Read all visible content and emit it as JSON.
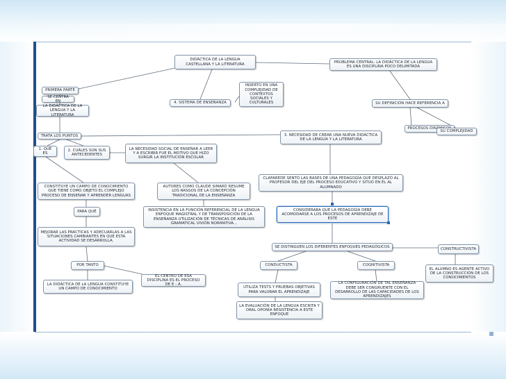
{
  "slide": {
    "accent_color": "#1f4e8c",
    "frame_color": "#cfe6f4",
    "node_border_color": "#7f93a8",
    "selected_border_color": "#2a67b3"
  },
  "nodes": {
    "n1": "DIDÁCTICA DE LA LENGUA CASTELLANA Y LA LITERATURA",
    "n2": "PROBLEMA CENTRAL: LA DIDÁCTICA DE LA LENGUA ES UNA DISCIPLINA POCO DELIMITADA",
    "n3": "PRIMERA PARTE",
    "n4": "INSERTO EN UNA COMPLEJIDAD DE CONTEXTOS SOCIALES Y CULTURALES",
    "n5": "SE CENTRA EN",
    "n6": "4. SISTEMA DE ENSEÑANZA",
    "n7": "SU DEFINICIÓN HACE REFERENCIA A",
    "n8": "LA DIDÁCTICA DE LA LENGUA Y LA LITERATURA",
    "n9": "PROCESOS DINÁMICOS",
    "n10": "SU COMPLEJIDAD",
    "n11": "TRATA LOS PUNTOS",
    "n12": "3. NECESIDAD DE CREAR UNA NUEVA DIDÁCTICA DE LA LENGUA Y LA LITERATURA",
    "n13": "1. QUÉ ES",
    "n14": "2. CUÁLES SON SUS ANTECEDENTES",
    "n15": "LA NECESIDAD SOCIAL DE ENSEÑAR A LEER Y A ESCRIBIR FUE EL MOTIVO QUE HIZO SURGIR LA INSTITUCIÓN ESCOLAR",
    "n16": "CLAPAREDE SENTÓ LAS BASES DE UNA PEDAGOGÍA QUE DESPLAZÓ AL PROFESOR DEL EJE DEL PROCESO EDUCATIVO Y SITUÓ EN ÉL AL ALUMNADO",
    "n17": "CONSTITUYE UN CAMPO DE CONOCIMIENTO QUE TIENE COMO OBJETO EL COMPLEJO PROCESO DE ENSEÑAR Y APRENDER LENGUAS",
    "n18": "AUTORES COMO CLAUDE SIMARD RESUME LOS RASGOS DE LA CONCEPCIÓN TRADICIONAL DE LA ENSEÑANZA",
    "n19": "PARA QUÉ",
    "n20": "INSISTENCIA EN LA FUNCIÓN REFERENCIAL DE LA LENGUA ENFOQUE MAGISTRAL Y DE TRANSPOSICIÓN DE LA ENSEÑANZA UTILIZACIÓN DE TÉCNICAS DE ANÁLISIS GRAMATICAL VIVIÓN NORMATIVA...",
    "n21": "CONSIDERABA QUE LA PEDAGOGÍA DEBE ACOMODARSE A LOS PROCESOS DE APRENDIZAJE DE ESTE",
    "n22": "MEJORAR LAS PRÁCTICAS Y ADECUARLAS A LAS SITUACIONES CAMBIANTES EN QUE ESTA ACTIVIDAD SE DESARROLLA.",
    "n23": "SE DISTINGUEN LOS DIFERENTES ENFOQUES PEDAGÓGICOS",
    "n24": "CONSTRUCTIVISTA",
    "n25": "CONDUCTISTA",
    "n26": "COGNITIVISTA",
    "n27": "POR TANTO",
    "n28": "EL ALUMNO ES AGENTE ACTIVO DE LA CONSTRUCCIÓN DE LOS CONOCIMIENTOS",
    "n29": "EL CENTRO DE ESA DISCIPLINA ES EL PROCESO DE E - A.",
    "n30": "LA DIDÁCTICA DE LA LENGUA CONSTITUYE UN CAMPO DE CONOCIMIENTO",
    "n31": "UTILIZA TESTS Y PRUEBAS OBJETIVAS PARA VALORAR EL APRENDIZAJE",
    "n32": "LA CONFIGURACIÓN DE TAL ENSEÑANZA DEBE SER CONGRUENTE CON EL DESARROLLO DE LAS CAPACIDADES DE LOS APRENDIZAJES",
    "n33": "LA EVALUACIÓN DE LA LENGUA ESCRITA Y ORAL OPONÍA RESISTENCIA A ESTE ENFOQUE"
  }
}
